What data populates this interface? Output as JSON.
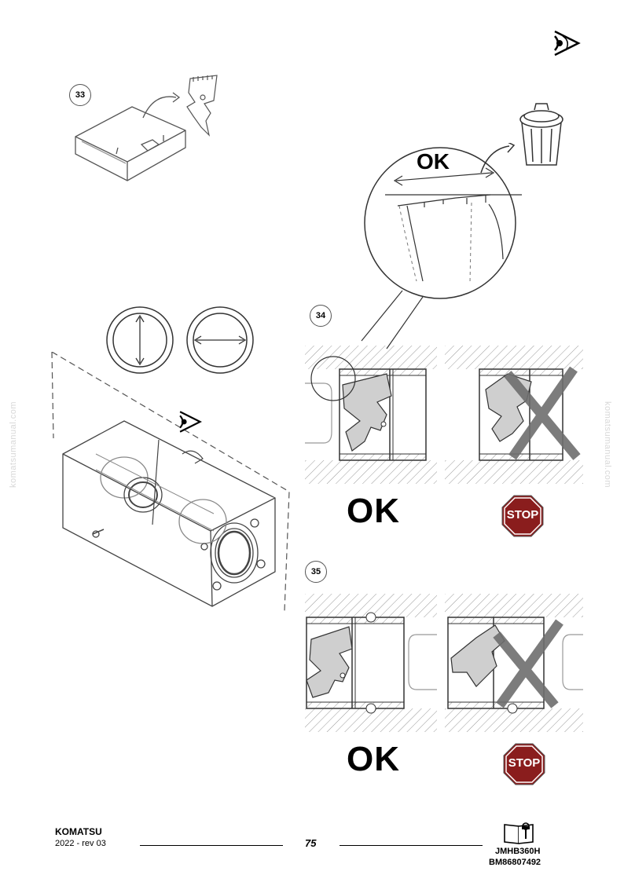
{
  "steps": {
    "s33": "33",
    "s34": "34",
    "s35": "35"
  },
  "labels": {
    "ok_small": "OK",
    "ok_34": "OK",
    "ok_35": "OK",
    "stop_34": "STOP",
    "stop_35": "STOP"
  },
  "icons": {
    "eye_top": "eye-inspect-icon",
    "eye_body": "eye-inspect-icon",
    "trash": "trash-bin-icon",
    "toolbox": "toolbox-icon",
    "manual": "manual-wrench-icon"
  },
  "watermark": {
    "left": "komatsumanual.com",
    "right": "komatsumanual.com"
  },
  "footer": {
    "brand": "KOMATSU",
    "revision": "2022 -   rev 03",
    "page": "75",
    "model": "JMHB360H",
    "code": "BM86807492"
  },
  "colors": {
    "stop_red": "#8a1d1d",
    "cross_gray": "#6e6e6e",
    "line": "#222222"
  }
}
